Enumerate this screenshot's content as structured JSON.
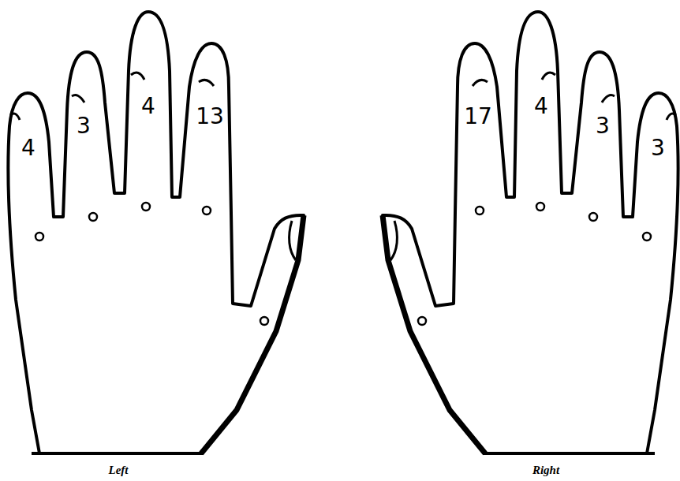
{
  "diagram": {
    "labels": [
      "4",
      "3",
      "4",
      "13",
      "17",
      "4",
      "3",
      "3",
      "Left",
      "Right"
    ]
  }
}
